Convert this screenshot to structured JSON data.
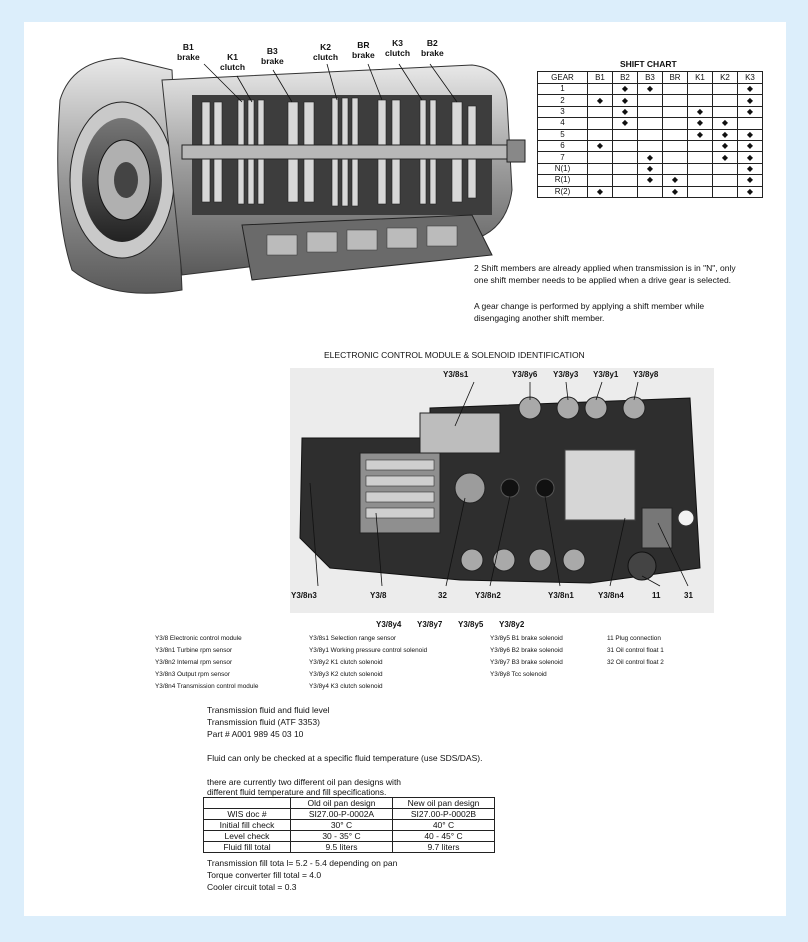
{
  "callouts": {
    "b1": [
      "B1",
      "brake"
    ],
    "k1": [
      "K1",
      "clutch"
    ],
    "b3": [
      "B3",
      "brake"
    ],
    "k2": [
      "K2",
      "clutch"
    ],
    "br": [
      "BR",
      "brake"
    ],
    "k3": [
      "K3",
      "clutch"
    ],
    "b2": [
      "B2",
      "brake"
    ]
  },
  "shift_chart": {
    "title": "SHIFT CHART",
    "columns": [
      "GEAR",
      "B1",
      "B2",
      "B3",
      "BR",
      "K1",
      "K2",
      "K3"
    ],
    "rows": [
      {
        "gear": "1",
        "cells": [
          "",
          "◆",
          "◆",
          "",
          "",
          "",
          "◆"
        ]
      },
      {
        "gear": "2",
        "cells": [
          "◆",
          "◆",
          "",
          "",
          "",
          "",
          "◆"
        ]
      },
      {
        "gear": "3",
        "cells": [
          "",
          "◆",
          "",
          "",
          "◆",
          "",
          "◆"
        ]
      },
      {
        "gear": "4",
        "cells": [
          "",
          "◆",
          "",
          "",
          "◆",
          "◆",
          ""
        ]
      },
      {
        "gear": "5",
        "cells": [
          "",
          "",
          "",
          "",
          "◆",
          "◆",
          "◆"
        ]
      },
      {
        "gear": "6",
        "cells": [
          "◆",
          "",
          "",
          "",
          "",
          "◆",
          "◆"
        ]
      },
      {
        "gear": "7",
        "cells": [
          "",
          "",
          "◆",
          "",
          "",
          "◆",
          "◆"
        ]
      },
      {
        "gear": "N(1)",
        "cells": [
          "",
          "",
          "◆",
          "",
          "",
          "",
          "◆"
        ]
      },
      {
        "gear": "R(1)",
        "cells": [
          "",
          "",
          "◆",
          "◆",
          "",
          "",
          "◆"
        ]
      },
      {
        "gear": "R(2)",
        "cells": [
          "◆",
          "",
          "",
          "◆",
          "",
          "",
          "◆"
        ]
      }
    ]
  },
  "notes": {
    "p1_line1": "2 Shift members are already applied when transmission is in \"N\", only",
    "p1_line2": "one shift member needs to be applied when a drive gear is selected.",
    "p2_line1": "A gear change is performed by applying a shift member while",
    "p2_line2": "disengaging another shift member."
  },
  "module": {
    "title": "ELECTRONIC CONTROL MODULE & SOLENOID IDENTIFICATION",
    "labels": {
      "y38s1": "Y3/8s1",
      "y38y6": "Y3/8y6",
      "y38y3": "Y3/8y3",
      "y38y1": "Y3/8y1",
      "y38y8": "Y3/8y8",
      "y38n3": "Y3/8n3",
      "y38": "Y3/8",
      "n32": "32",
      "y38n2": "Y3/8n2",
      "y38n1": "Y3/8n1",
      "y38n4": "Y3/8n4",
      "n11": "11",
      "n31": "31",
      "y38y4": "Y3/8y4",
      "y38y7": "Y3/8y7",
      "y38y5": "Y3/8y5",
      "y38y2": "Y3/8y2"
    }
  },
  "legend": {
    "col1": [
      "Y3/8 Electronic control module",
      "Y3/8n1 Turbine rpm sensor",
      "Y3/8n2 Internal rpm sensor",
      "Y3/8n3 Output rpm sensor",
      "Y3/8n4 Transmission control module"
    ],
    "col2": [
      "Y3/8s1 Selection range sensor",
      "Y3/8y1 Working pressure control solenoid",
      "Y3/8y2 K1 clutch solenoid",
      "Y3/8y3 K2 clutch solenoid",
      "Y3/8y4 K3 clutch solenoid"
    ],
    "col3": [
      "Y3/8y5 B1 brake solenoid",
      "Y3/8y6 B2 brake solenoid",
      "Y3/8y7 B3 brake solenoid",
      "Y3/8y8 Tcc solenoid"
    ],
    "col4": [
      "11 Plug connection",
      "31 Oil control float 1",
      "32 Oil control float 2"
    ]
  },
  "fluid": {
    "line1": "Transmission fluid and fluid level",
    "line2": "Transmission fluid (ATF 3353)",
    "line3": "Part # A001 989 45 03 10",
    "check_note": "Fluid can only be checked at a specific fluid temperature (use SDS/DAS).",
    "pan_line1": "there are currently two different oil pan designs with",
    "pan_line2": "different fluid temperature and fill specifications.",
    "table_header": [
      "",
      "Old oil pan design",
      "New oil pan design"
    ],
    "table_rows": [
      [
        "WIS doc #",
        "SI27.00-P-0002A",
        "SI27.00-P-0002B"
      ],
      [
        "Initial fill check",
        "30° C",
        "40° C"
      ],
      [
        "Level check",
        "30 - 35° C",
        "40 - 45° C"
      ],
      [
        "Fluid fill total",
        "9.5 liters",
        "9.7 liters"
      ]
    ],
    "fill_line1": "Transmission fill tota l=  5.2 - 5.4 depending on pan",
    "fill_line2": "Torque converter fill total = 4.0",
    "fill_line3": "Cooler circuit total = 0.3"
  }
}
